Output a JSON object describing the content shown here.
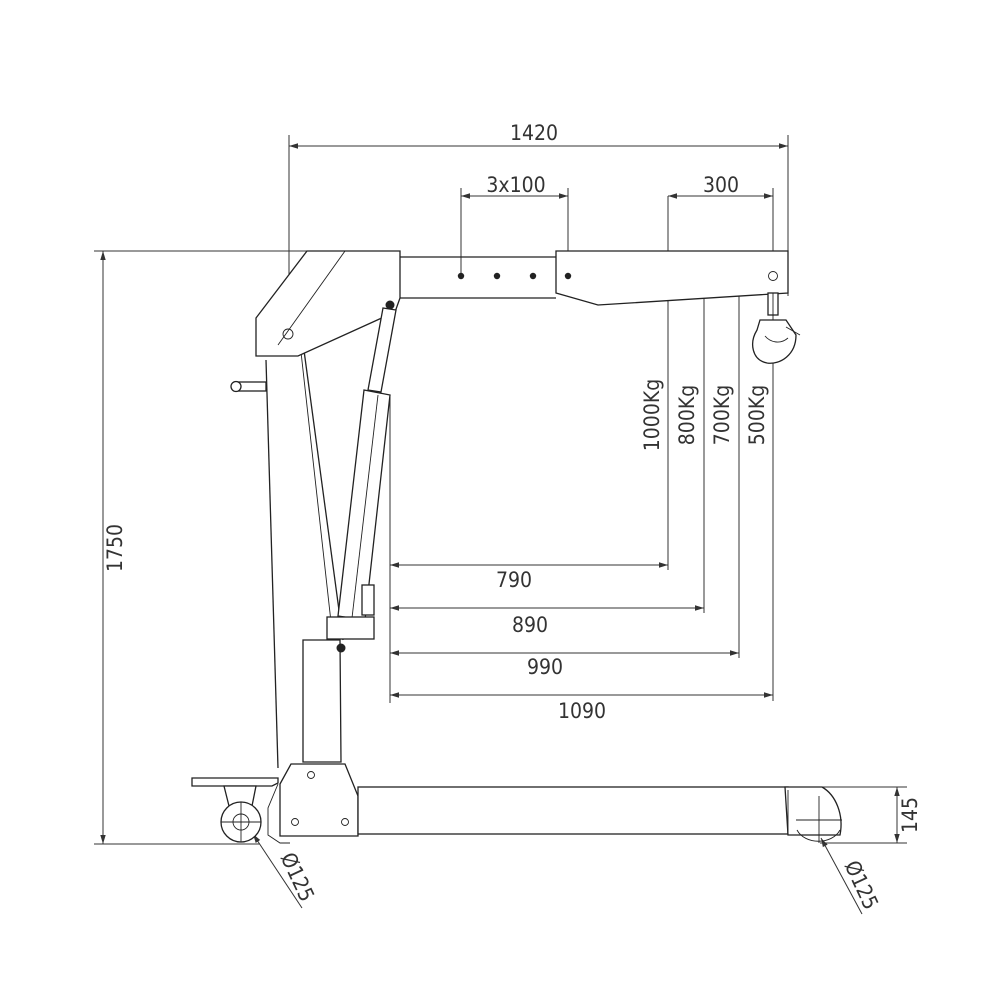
{
  "dimensions": {
    "overall_length": "1420",
    "hole_spacing": "3x100",
    "hook_offset": "300",
    "overall_height": "1750",
    "leg_height": "145",
    "wheel_front": "Ø125",
    "wheel_rear": "Ø125",
    "reach_1": "790",
    "reach_2": "890",
    "reach_3": "990",
    "reach_4": "1090"
  },
  "capacities": [
    "1000Kg",
    "800Kg",
    "700Kg",
    "500Kg"
  ],
  "colors": {
    "line": "#222222",
    "background": "#ffffff"
  }
}
